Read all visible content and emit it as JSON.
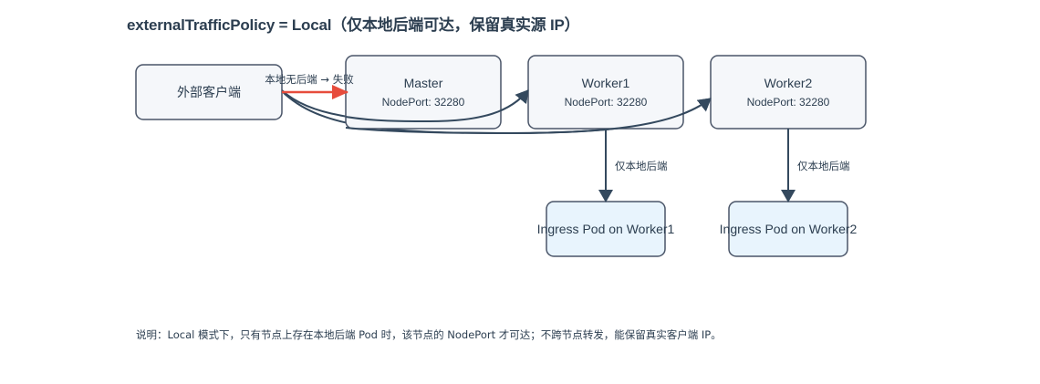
{
  "title": "externalTrafficPolicy = Local（仅本地后端可达，保留真实源 IP）",
  "nodes": {
    "client": {
      "label": "外部客户端"
    },
    "master": {
      "label": "Master",
      "sub": "NodePort: 32280"
    },
    "worker1": {
      "label": "Worker1",
      "sub": "NodePort: 32280"
    },
    "worker2": {
      "label": "Worker2",
      "sub": "NodePort: 32280"
    },
    "pod1": {
      "label": "Ingress Pod on Worker1"
    },
    "pod2": {
      "label": "Ingress Pod on Worker2"
    }
  },
  "edges": {
    "client_master": {
      "label": "本地无后端 → 失败",
      "status": "fail",
      "color": "#e74c3c"
    },
    "client_worker1": {
      "label": "",
      "color": "#34495e"
    },
    "client_worker2": {
      "label": "",
      "color": "#34495e"
    },
    "worker1_pod1": {
      "label": "仅本地后端",
      "color": "#34495e"
    },
    "worker2_pod2": {
      "label": "仅本地后端",
      "color": "#34495e"
    }
  },
  "colors": {
    "node_fill": "#f5f7fa",
    "pod_fill": "#e8f4fd",
    "border": "#4a5568",
    "fail": "#e74c3c",
    "edge": "#34495e",
    "text": "#2c3e50"
  },
  "note": "说明：Local 模式下，只有节点上存在本地后端 Pod 时，该节点的 NodePort 才可达；不跨节点转发，能保留真实客户端 IP。"
}
